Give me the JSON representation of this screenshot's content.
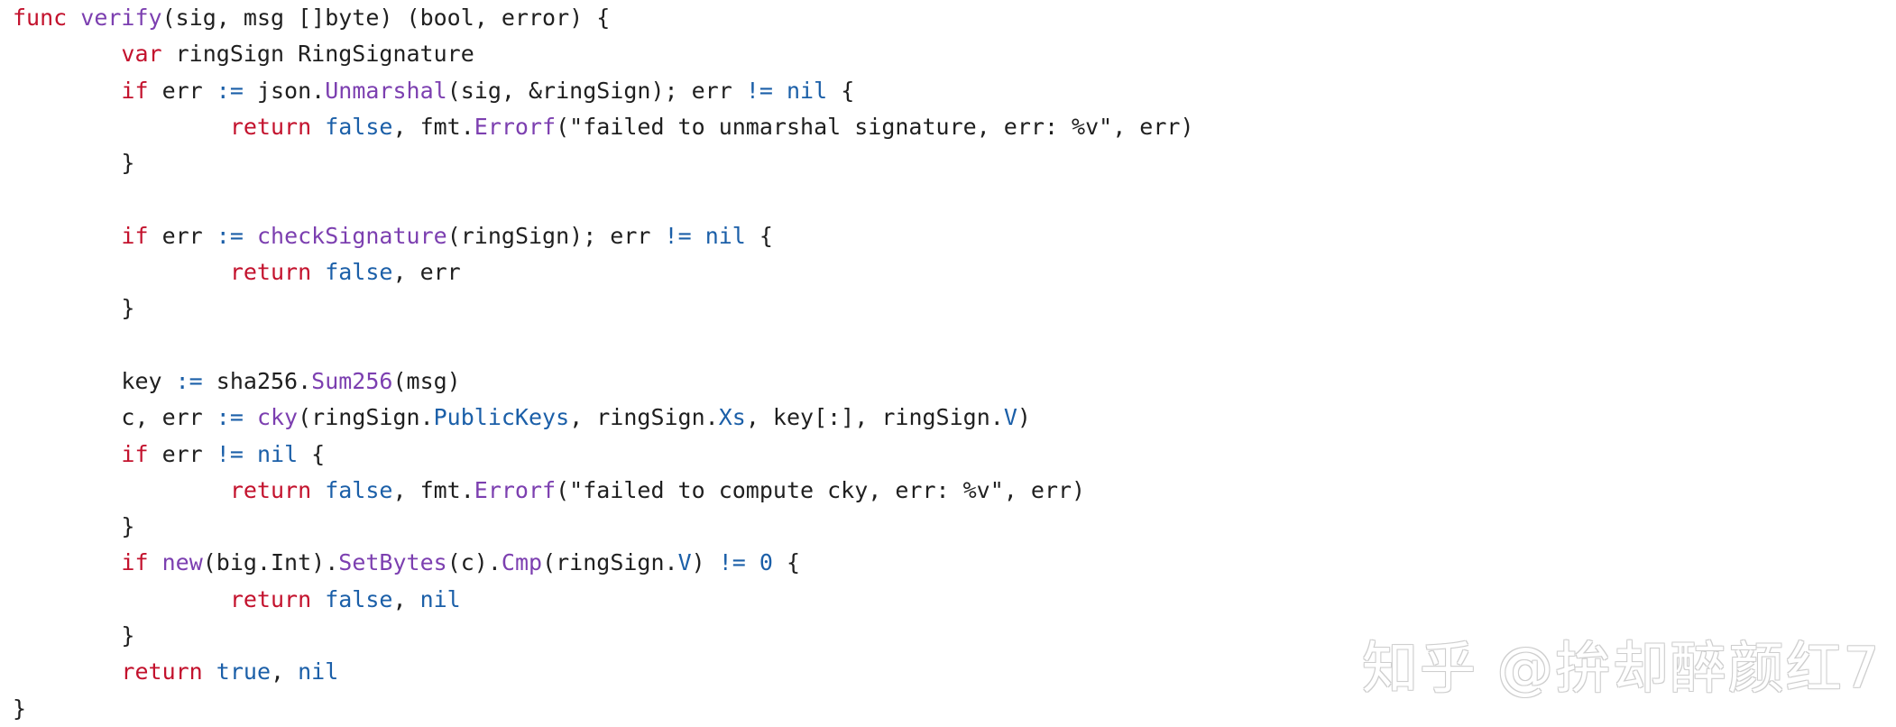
{
  "colors": {
    "keyword": "#c3122d",
    "builtin": "#1b5fa8",
    "function": "#7c3fb0",
    "plain": "#1f1f1f"
  },
  "code": {
    "lines": [
      [
        {
          "t": "func",
          "c": "keyword"
        },
        {
          "t": " ",
          "c": "plain"
        },
        {
          "t": "verify",
          "c": "function"
        },
        {
          "t": "(sig, msg []byte) (bool, error) {",
          "c": "plain"
        }
      ],
      [
        {
          "t": "        ",
          "c": "plain"
        },
        {
          "t": "var",
          "c": "keyword"
        },
        {
          "t": " ringSign RingSignature",
          "c": "plain"
        }
      ],
      [
        {
          "t": "        ",
          "c": "plain"
        },
        {
          "t": "if",
          "c": "keyword"
        },
        {
          "t": " err ",
          "c": "plain"
        },
        {
          "t": ":=",
          "c": "builtin"
        },
        {
          "t": " json.",
          "c": "plain"
        },
        {
          "t": "Unmarshal",
          "c": "function"
        },
        {
          "t": "(sig, &ringSign); err ",
          "c": "plain"
        },
        {
          "t": "!=",
          "c": "builtin"
        },
        {
          "t": " ",
          "c": "plain"
        },
        {
          "t": "nil",
          "c": "builtin"
        },
        {
          "t": " {",
          "c": "plain"
        }
      ],
      [
        {
          "t": "                ",
          "c": "plain"
        },
        {
          "t": "return",
          "c": "keyword"
        },
        {
          "t": " ",
          "c": "plain"
        },
        {
          "t": "false",
          "c": "builtin"
        },
        {
          "t": ", fmt.",
          "c": "plain"
        },
        {
          "t": "Errorf",
          "c": "function"
        },
        {
          "t": "(\"failed to unmarshal signature, err: %v\", err)",
          "c": "plain"
        }
      ],
      [
        {
          "t": "        }",
          "c": "plain"
        }
      ],
      [],
      [
        {
          "t": "        ",
          "c": "plain"
        },
        {
          "t": "if",
          "c": "keyword"
        },
        {
          "t": " err ",
          "c": "plain"
        },
        {
          "t": ":=",
          "c": "builtin"
        },
        {
          "t": " ",
          "c": "plain"
        },
        {
          "t": "checkSignature",
          "c": "function"
        },
        {
          "t": "(ringSign); err ",
          "c": "plain"
        },
        {
          "t": "!=",
          "c": "builtin"
        },
        {
          "t": " ",
          "c": "plain"
        },
        {
          "t": "nil",
          "c": "builtin"
        },
        {
          "t": " {",
          "c": "plain"
        }
      ],
      [
        {
          "t": "                ",
          "c": "plain"
        },
        {
          "t": "return",
          "c": "keyword"
        },
        {
          "t": " ",
          "c": "plain"
        },
        {
          "t": "false",
          "c": "builtin"
        },
        {
          "t": ", err",
          "c": "plain"
        }
      ],
      [
        {
          "t": "        }",
          "c": "plain"
        }
      ],
      [],
      [
        {
          "t": "        key ",
          "c": "plain"
        },
        {
          "t": ":=",
          "c": "builtin"
        },
        {
          "t": " sha256.",
          "c": "plain"
        },
        {
          "t": "Sum256",
          "c": "function"
        },
        {
          "t": "(msg)",
          "c": "plain"
        }
      ],
      [
        {
          "t": "        c, err ",
          "c": "plain"
        },
        {
          "t": ":=",
          "c": "builtin"
        },
        {
          "t": " ",
          "c": "plain"
        },
        {
          "t": "cky",
          "c": "function"
        },
        {
          "t": "(ringSign.",
          "c": "plain"
        },
        {
          "t": "PublicKeys",
          "c": "builtin"
        },
        {
          "t": ", ringSign.",
          "c": "plain"
        },
        {
          "t": "Xs",
          "c": "builtin"
        },
        {
          "t": ", key[:], ringSign.",
          "c": "plain"
        },
        {
          "t": "V",
          "c": "builtin"
        },
        {
          "t": ")",
          "c": "plain"
        }
      ],
      [
        {
          "t": "        ",
          "c": "plain"
        },
        {
          "t": "if",
          "c": "keyword"
        },
        {
          "t": " err ",
          "c": "plain"
        },
        {
          "t": "!=",
          "c": "builtin"
        },
        {
          "t": " ",
          "c": "plain"
        },
        {
          "t": "nil",
          "c": "builtin"
        },
        {
          "t": " {",
          "c": "plain"
        }
      ],
      [
        {
          "t": "                ",
          "c": "plain"
        },
        {
          "t": "return",
          "c": "keyword"
        },
        {
          "t": " ",
          "c": "plain"
        },
        {
          "t": "false",
          "c": "builtin"
        },
        {
          "t": ", fmt.",
          "c": "plain"
        },
        {
          "t": "Errorf",
          "c": "function"
        },
        {
          "t": "(\"failed to compute cky, err: %v\", err)",
          "c": "plain"
        }
      ],
      [
        {
          "t": "        }",
          "c": "plain"
        }
      ],
      [
        {
          "t": "        ",
          "c": "plain"
        },
        {
          "t": "if",
          "c": "keyword"
        },
        {
          "t": " ",
          "c": "plain"
        },
        {
          "t": "new",
          "c": "function"
        },
        {
          "t": "(big.Int).",
          "c": "plain"
        },
        {
          "t": "SetBytes",
          "c": "function"
        },
        {
          "t": "(c).",
          "c": "plain"
        },
        {
          "t": "Cmp",
          "c": "function"
        },
        {
          "t": "(ringSign.",
          "c": "plain"
        },
        {
          "t": "V",
          "c": "builtin"
        },
        {
          "t": ") ",
          "c": "plain"
        },
        {
          "t": "!=",
          "c": "builtin"
        },
        {
          "t": " ",
          "c": "plain"
        },
        {
          "t": "0",
          "c": "builtin"
        },
        {
          "t": " {",
          "c": "plain"
        }
      ],
      [
        {
          "t": "                ",
          "c": "plain"
        },
        {
          "t": "return",
          "c": "keyword"
        },
        {
          "t": " ",
          "c": "plain"
        },
        {
          "t": "false",
          "c": "builtin"
        },
        {
          "t": ", ",
          "c": "plain"
        },
        {
          "t": "nil",
          "c": "builtin"
        }
      ],
      [
        {
          "t": "        }",
          "c": "plain"
        }
      ],
      [
        {
          "t": "        ",
          "c": "plain"
        },
        {
          "t": "return",
          "c": "keyword"
        },
        {
          "t": " ",
          "c": "plain"
        },
        {
          "t": "true",
          "c": "builtin"
        },
        {
          "t": ", ",
          "c": "plain"
        },
        {
          "t": "nil",
          "c": "builtin"
        }
      ],
      [
        {
          "t": "}",
          "c": "plain"
        }
      ]
    ]
  },
  "watermark": {
    "text": "知乎 @拚却醉颜红7"
  }
}
